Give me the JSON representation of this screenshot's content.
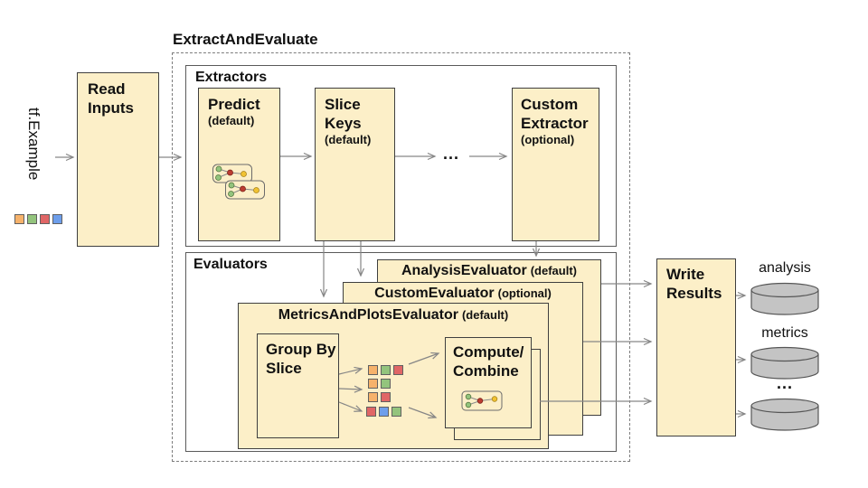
{
  "title": "ExtractAndEvaluate",
  "input": {
    "label": "tf.Example",
    "squares": [
      "orange",
      "green",
      "red",
      "blue"
    ]
  },
  "read_inputs": {
    "label": "Read Inputs"
  },
  "extractors": {
    "label": "Extractors",
    "predict": {
      "name": "Predict",
      "qualifier": "(default)"
    },
    "slice_keys": {
      "name": "Slice Keys",
      "qualifier": "(default)"
    },
    "ellipsis": "...",
    "custom": {
      "name": "Custom Extractor",
      "qualifier": "(optional)"
    }
  },
  "evaluators": {
    "label": "Evaluators",
    "analysis": {
      "name": "AnalysisEvaluator",
      "qualifier": "(default)"
    },
    "custom": {
      "name": "CustomEvaluator",
      "qualifier": "(optional)"
    },
    "metrics_and_plots": {
      "name": "MetricsAndPlotsEvaluator",
      "qualifier": "(default)"
    },
    "group_by_slice": {
      "label": "Group By Slice"
    },
    "compute_combine": {
      "label": "Compute/ Combine"
    },
    "slice_rows": [
      [
        "orange",
        "green",
        "red"
      ],
      [
        "orange",
        "green"
      ],
      [
        "orange",
        "red"
      ],
      [
        "red",
        "blue",
        "green"
      ]
    ]
  },
  "write_results": {
    "label": "Write Results"
  },
  "outputs": [
    {
      "label": "analysis"
    },
    {
      "label": "metrics"
    },
    {
      "label": "..."
    }
  ],
  "palette": {
    "box_fill": "#fcefc8",
    "square_orange": "#f6b26b",
    "square_green": "#93c47d",
    "square_red": "#e06666",
    "square_blue": "#6d9eeb",
    "square_border": "#606060",
    "cylinder_fill": "#c4c4c4",
    "arrow": "#868686"
  }
}
